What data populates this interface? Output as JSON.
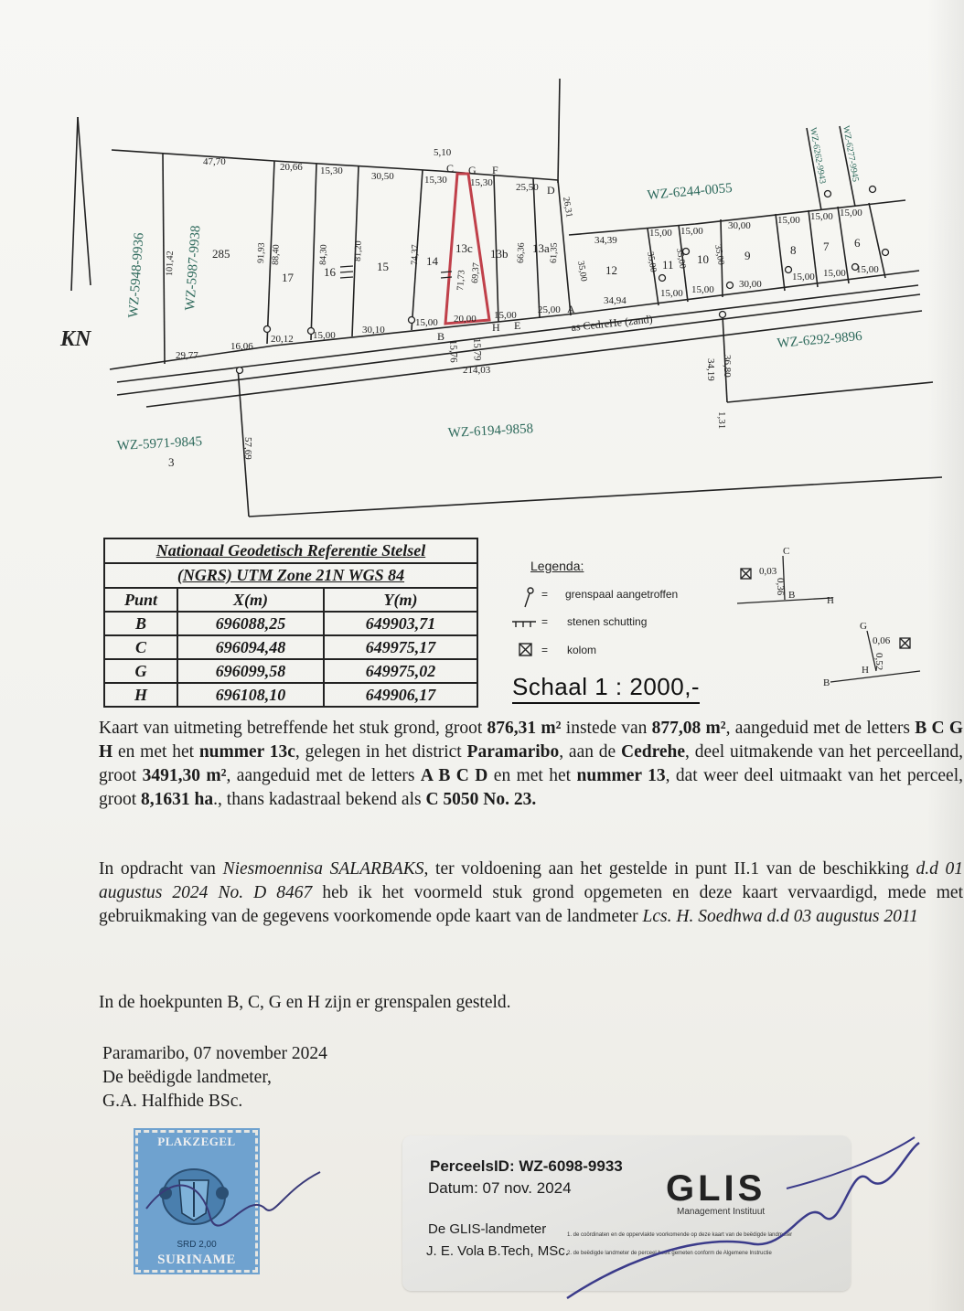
{
  "map": {
    "north_label": "KN",
    "parcels_west": [
      "WZ-5948-9936",
      "WZ-5987-9938"
    ],
    "parcel_ne": "WZ-6244-0055",
    "parcel_se": "WZ-6292-9896",
    "parcel_sw": "WZ-5971-9845",
    "parcel_sw_number": "3",
    "parcel_south": "WZ-6194-9858",
    "parcel_ne_vertical": [
      "WZ-6262-9943",
      "WZ-6277-9945"
    ],
    "road": "as CedreHe (zand)",
    "lot_numbers": [
      "285",
      "17",
      "16",
      "15",
      "14",
      "13c",
      "13b",
      "13a",
      "12",
      "11",
      "10",
      "9",
      "8",
      "7",
      "6"
    ],
    "point_letters": [
      "C",
      "G",
      "F",
      "D",
      "A",
      "B",
      "H",
      "E"
    ],
    "dims_top": [
      "47,70",
      "20,66",
      "15,30",
      "30,50",
      "15,30",
      "5,10",
      "15,30",
      "25,50"
    ],
    "dims_vertical": [
      "101,42",
      "91,93",
      "88,40",
      "84,30",
      "81,20",
      "74,37",
      "71,73",
      "69,37",
      "66,36",
      "61,35",
      "26,31",
      "35,00",
      "35,00",
      "35,00",
      "35,00"
    ],
    "dims_bottom": [
      "29,77",
      "16,06",
      "20,12",
      "15,00",
      "30,10",
      "15,00",
      "20,00",
      "15,00",
      "25,00",
      "34,94",
      "15,00",
      "15,00",
      "30,00",
      "15,00",
      "15,00",
      "15,00"
    ],
    "dims_row_right": [
      "34,39",
      "15,00",
      "15,00",
      "30,00",
      "15,00",
      "15,00",
      "15,00"
    ],
    "dims_road": [
      "15,76",
      "15,79",
      "214,03"
    ],
    "dims_misc": [
      "57,69",
      "36,80",
      "34,19",
      "1,31"
    ]
  },
  "coord_table": {
    "title_line1": "Nationaal Geodetisch Referentie Stelsel",
    "title_line2": "(NGRS) UTM Zone 21N WGS 84",
    "col_punt": "Punt",
    "col_x": "X(m)",
    "col_y": "Y(m)",
    "rows": [
      {
        "punt": "B",
        "x": "696088,25",
        "y": "649903,71"
      },
      {
        "punt": "C",
        "x": "696094,48",
        "y": "649975,17"
      },
      {
        "punt": "G",
        "x": "696099,58",
        "y": "649975,02"
      },
      {
        "punt": "H",
        "x": "696108,10",
        "y": "649906,17"
      }
    ]
  },
  "legend": {
    "title": "Legenda:",
    "items": [
      {
        "symbol": "grenspaal",
        "label": "grenspaal aangetroffen"
      },
      {
        "symbol": "schutting",
        "label": "stenen schutting"
      },
      {
        "symbol": "kolom",
        "label": "kolom"
      }
    ],
    "eq": "="
  },
  "detail_top": {
    "c": "C",
    "b": "B",
    "h": "H",
    "d1": "0,03",
    "d2": "0,36"
  },
  "detail_bottom": {
    "g": "G",
    "h": "H",
    "b": "B",
    "d1": "0,06",
    "d2": "0,52"
  },
  "scale": "Schaal 1 : 2000,-",
  "paragraph1": {
    "t1": "Kaart van uitmeting betreffende het stuk grond, groot ",
    "b1": "876,31 m²",
    "t2": "  instede van ",
    "b2": "877,08 m²",
    "t3": ", aangeduid met de letters ",
    "b3": "B C G H",
    "t4": " en met het ",
    "b4": "nummer 13c",
    "t5": ", gelegen in het district ",
    "b5": "Paramaribo",
    "t6": ", aan de ",
    "b6": "Cedrehe",
    "t7": ", deel uitmakende van het perceelland, groot ",
    "b7": "3491,30 m²",
    "t8": ", aangeduid met de letters ",
    "b8": "A B C D",
    "t9": " en met het ",
    "b9": "nummer 13",
    "t10": ", dat weer deel uitmaakt van het perceel, groot ",
    "b10": "8,1631 ha",
    "t11": "., thans kadastraal bekend als ",
    "b11": "C 5050 No. 23."
  },
  "paragraph2": {
    "t1": "In opdracht van ",
    "i1": "Niesmoennisa SALARBAKS",
    "t2": ", ter voldoening aan het gestelde in punt II.1 van de beschikking ",
    "i2": "d.d 01 augustus 2024 No. D 8467",
    "t3": " heb ik het voormeld stuk grond opgemeten en deze kaart vervaardigd, mede met gebruikmaking van de gegevens voorkomende opde kaart van de landmeter ",
    "i3": "Lcs. H. Soedhwa d.d 03 augustus 2011"
  },
  "paragraph3": "In de hoekpunten B, C, G en H zijn er grenspalen gesteld.",
  "signature": {
    "place_date": "Paramaribo, 07 november 2024",
    "role": "De beëdigde landmeter,",
    "name": "G.A. Halfhide BSc."
  },
  "stamp": {
    "top": "PLAKZEGEL",
    "bottom": "SURINAME",
    "value": "SRD 2,00"
  },
  "glis": {
    "perceels_id": "PerceelsID: WZ-6098-9933",
    "datum": "Datum: 07 nov. 2024",
    "role": "De GLIS-landmeter",
    "name": "J. E. Vola B.Tech, MSc.",
    "logo": "GLIS",
    "logo_sub": "Management Instituut",
    "note1": "1. de coördinaten en de oppervlakte voorkomende op deze kaart van de beëdigde landmeter",
    "note2": "2. de beëdigde landmeter de perceel heeft gemeten conform de Algemene Instructie"
  }
}
